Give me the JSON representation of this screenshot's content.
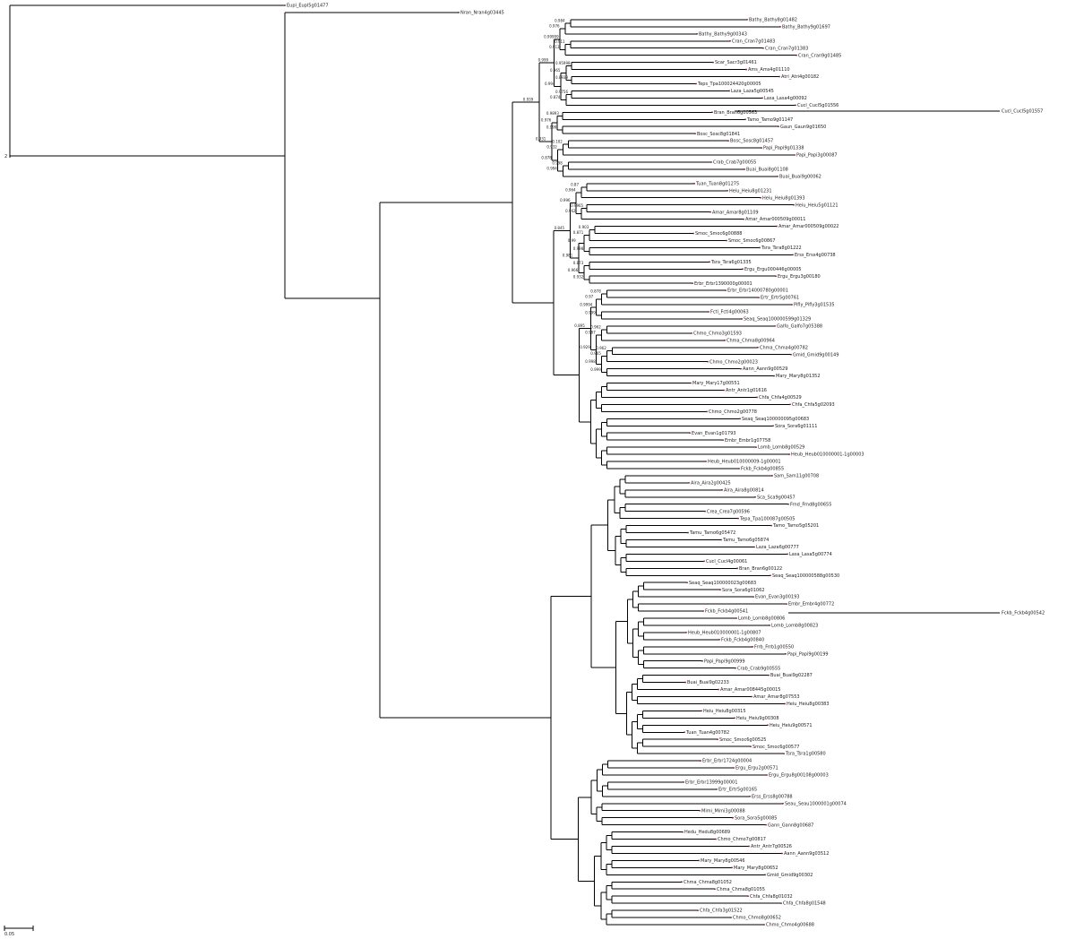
{
  "tree": {
    "root_label": "2",
    "scale_label": "0.05",
    "leaves": [
      "Eupl_Eupl5g01477",
      "Nran_Nran4g03445",
      "Bathy_Bathy8g01482",
      "Bathy_Bathy9g01697",
      "Bathy_Bathy9g00343",
      "Cran_Cran7g01483",
      "Cran_Cran7g01383",
      "Cran_Cran9g01485",
      "Scar_Sacr3g01461",
      "Ams_Ams4g01110",
      "Atri_Atri4g00182",
      "Teps_Tpa100024420g00005",
      "Laza_Laza5g00545",
      "Lasa_Lasa4g00092",
      "Cucl_Cucl5g01556",
      "Bran_Bran6g00563",
      "Tamo_Tamo9g01147",
      "Gaun_Gaun9g01650",
      "Bosc_Sosc8g01841",
      "Bosc_Sosc8g01457",
      "Papi_Papi9g01338",
      "Papi_Papi3g00087",
      "Crab_Crab7g00055",
      "Buai_Buai8g01108",
      "Buai_Buai9g00062",
      "Tuan_Tuan8g01275",
      "Heiu_Heiu8g01231",
      "Heiu_Heiu8g01393",
      "Heiu_Heiu5g01121",
      "Amar_Amar8g01109",
      "Amar_Amar000509g00011",
      "Amar_Amar000509g00022",
      "Smoc_Smoc6g00888",
      "Smoc_Smoc6g00867",
      "Tsra_Tsra8g01222",
      "Erss_Erss4g00738",
      "Tsra_Tsra6g01335",
      "Ergu_Ergu000446g00005",
      "Ergu_Ergu3g00180",
      "Erbr_Erbr1390000g00001",
      "Erbr_Erbr14000780g00001",
      "Ertr_Ertr5g00761",
      "Pifly_Pifly3g01535",
      "Fcti_Fcti4g00063",
      "Seaq_Seaq100000599g01329",
      "Galfo_Galfo7g05388",
      "Chmo_Chmo3g01593",
      "Chma_Chma8g00964",
      "Chma_Chma4g00782",
      "Gmid_Gmid9g00149",
      "Chmo_Chmo2g00023",
      "Aann_Aann9g00529",
      "Mary_Mary8g01352",
      "Mary_Mary17g00551",
      "Antr_Antr1g01616",
      "Chfa_Chfa4g00529",
      "Chfa_Chfa5g02093",
      "Chmo_Chmo2g00778",
      "Seaq_Seaq100000095g00683",
      "Sora_Sora6g01111",
      "Evan_Evan1g01793",
      "Embr_Embr1g07758",
      "Lomb_Lomb8g00529",
      "Heub_Heub010000001-1g00003",
      "Heub_Heub010000009-1g00001",
      "Fckb_Fckb4g00855",
      "Sam_Sam11g00708",
      "Aira_Aira2g00425",
      "Aira_Aira8g00814",
      "Sca_Sca9g00457",
      "Frnd_Frnd8g00655",
      "Crea_Crea7g00596",
      "Tepa_Tpa100087g00505",
      "Tamo_Tamo5g05201",
      "Tamu_Tamo6g05472",
      "Tamu_Tamo6g05874",
      "Laza_Laza6g00777",
      "Lasa_Lasa5g00774",
      "Cucl_Cucl4g00061",
      "Bran_Bran6g00122",
      "Seaq_Seaq100000588g00530",
      "Seaq_Seaq100000023g00683",
      "Sora_Sora6g01062",
      "Evan_Evan3g00193",
      "Embr_Embr4g00772",
      "Fckb_Fckb4g00541",
      "Lomb_Lomb8g00806",
      "Lomb_Lomb8g00823",
      "Heub_Heub010000001-1g00807",
      "Fckb_Fckb4g00840",
      "Frrb_Frrb1g00550",
      "Papi_Papi9g00199",
      "Papi_Papi9g00999",
      "Crab_Crab9g00555",
      "Buai_Buai9g02287",
      "Buai_Buai9g02233",
      "Amar_Amar008445g00015",
      "Amar_Amar8g07553",
      "Heiu_Heiu8g00383",
      "Heiu_Heiu8g00315",
      "Heiu_Heiu9g00308",
      "Heiu_Heiu9g00571",
      "Tuan_Tuan4g00782",
      "Smoc_Smoc6g00525",
      "Smoc_Smoc6g00577",
      "Tsra_Tsra1g00580",
      "Erbr_Erbr1724g00004",
      "Ergu_Ergu2g00571",
      "Ergu_Ergu8g00108g00003",
      "Erbr_Erbr13999g00001",
      "Ertr_Ertr5g00165",
      "Erss_Erss8g00788",
      "Seau_Seau1000001g00074",
      "Mimi_Mimi3g00088",
      "Sora_Sora5g00085",
      "Gann_Gann8g00687",
      "Hedu_Hedu8g00689",
      "Chmo_Chmo7g00817",
      "Antr_Antr7g00526",
      "Aann_Aann9g03512",
      "Mary_Mary8g00546",
      "Mary_Mary8g00652",
      "Gmid_Gmid9g00302",
      "Chma_Chma8g01052",
      "Chma_Chma8g01055",
      "Chfa_Chfa8g01032",
      "Chfa_Chfa8g01548",
      "Chfa_Chfa3g01522",
      "Chmo_Chmo8g00652",
      "Chmo_Chmo4g00688"
    ],
    "outlier_labels": [
      "Cucl_Cucl5g01557",
      "Fckb_Fckb4g00542"
    ],
    "support_values": [
      "0.984",
      "0.976",
      "0.911",
      "0.913",
      "0.99999",
      "0.95998",
      "0.8939",
      "0.965",
      "0.9756",
      "0.874",
      "0.994",
      "0.999",
      "0.9893",
      "0.999",
      "0.976",
      "0.102",
      "0.932",
      "0.998",
      "0.994",
      "0.878",
      "0.931",
      "0.939",
      "0.87",
      "0.964",
      "0.9965",
      "0.962",
      "0.996",
      "0.903",
      "0.871",
      "0.998",
      "0.99",
      "0.873",
      "0.932",
      "0.966",
      "0.981",
      "0.845",
      "0.878",
      "0.97",
      "0.999",
      "0.9994",
      "0.962",
      "0.987",
      "0.962",
      "0.965",
      "0.999",
      "0.998",
      "0.929",
      "0.895"
    ]
  }
}
